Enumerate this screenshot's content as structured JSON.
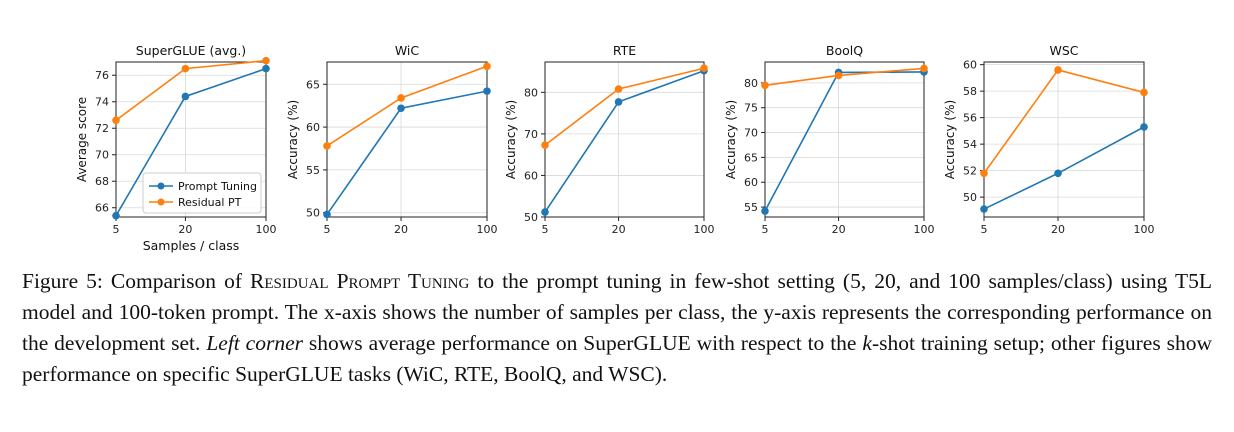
{
  "chart_data": [
    {
      "type": "line",
      "title": "SuperGLUE (avg.)",
      "xlabel": "Samples / class",
      "ylabel": "Average score",
      "x": [
        5,
        20,
        100
      ],
      "x_tick_labels": [
        "5",
        "20",
        "100"
      ],
      "ylim": [
        65.3,
        77.0
      ],
      "yticks": [
        66,
        68,
        70,
        72,
        74,
        76
      ],
      "grid": true,
      "legend": "lower-right",
      "series": [
        {
          "name": "Prompt Tuning",
          "values": [
            65.4,
            74.4,
            76.5
          ]
        },
        {
          "name": "Residual PT",
          "values": [
            72.6,
            76.5,
            77.1
          ]
        }
      ]
    },
    {
      "type": "line",
      "title": "WiC",
      "xlabel": "",
      "ylabel": "Accuracy (%)",
      "x": [
        5,
        20,
        100
      ],
      "x_tick_labels": [
        "5",
        "20",
        "100"
      ],
      "ylim": [
        49.5,
        67.6
      ],
      "yticks": [
        50,
        55,
        60,
        65
      ],
      "grid": true,
      "series": [
        {
          "name": "Prompt Tuning",
          "values": [
            49.8,
            62.2,
            64.2
          ]
        },
        {
          "name": "Residual PT",
          "values": [
            57.8,
            63.4,
            67.1
          ]
        }
      ]
    },
    {
      "type": "line",
      "title": "RTE",
      "xlabel": "",
      "ylabel": "Accuracy (%)",
      "x": [
        5,
        20,
        100
      ],
      "x_tick_labels": [
        "5",
        "20",
        "100"
      ],
      "ylim": [
        50,
        87.3
      ],
      "yticks": [
        50,
        60,
        70,
        80
      ],
      "grid": true,
      "series": [
        {
          "name": "Prompt Tuning",
          "values": [
            51.2,
            77.7,
            85.2
          ]
        },
        {
          "name": "Residual PT",
          "values": [
            67.3,
            80.8,
            85.8
          ]
        }
      ]
    },
    {
      "type": "line",
      "title": "BoolQ",
      "xlabel": "",
      "ylabel": "Accuracy (%)",
      "x": [
        5,
        20,
        100
      ],
      "x_tick_labels": [
        "5",
        "20",
        "100"
      ],
      "ylim": [
        53.0,
        84.2
      ],
      "yticks": [
        55,
        60,
        65,
        70,
        75,
        80
      ],
      "grid": true,
      "series": [
        {
          "name": "Prompt Tuning",
          "values": [
            54.2,
            82.1,
            82.2
          ]
        },
        {
          "name": "Residual PT",
          "values": [
            79.5,
            81.5,
            82.9
          ]
        }
      ]
    },
    {
      "type": "line",
      "title": "WSC",
      "xlabel": "",
      "ylabel": "Accuracy (%)",
      "x": [
        5,
        20,
        100
      ],
      "x_tick_labels": [
        "5",
        "20",
        "100"
      ],
      "ylim": [
        48.5,
        60.2
      ],
      "yticks": [
        50,
        52,
        54,
        56,
        58,
        60
      ],
      "grid": true,
      "series": [
        {
          "name": "Prompt Tuning",
          "values": [
            49.1,
            51.8,
            55.3
          ]
        },
        {
          "name": "Residual PT",
          "values": [
            51.8,
            59.6,
            57.9
          ]
        }
      ]
    }
  ],
  "colors": {
    "prompt_tuning": "#1f77b4",
    "residual_pt": "#ff7f0e"
  },
  "caption": {
    "label": "Figure 5: Comparison of ",
    "method": "Residual Prompt Tuning",
    "part1": " to the prompt tuning in few-shot setting (5, 20, and 100 samples/class) using T5L model and 100-token prompt.  The x-axis shows the number of samples per class, the y-axis represents the corresponding performance on the development set. ",
    "left_corner": "Left corner",
    "part2": " shows average performance on SuperGLUE with respect to the ",
    "k": "k",
    "part3": "-shot training setup; other figures show performance on specific SuperGLUE tasks (WiC, RTE, BoolQ, and WSC)."
  }
}
